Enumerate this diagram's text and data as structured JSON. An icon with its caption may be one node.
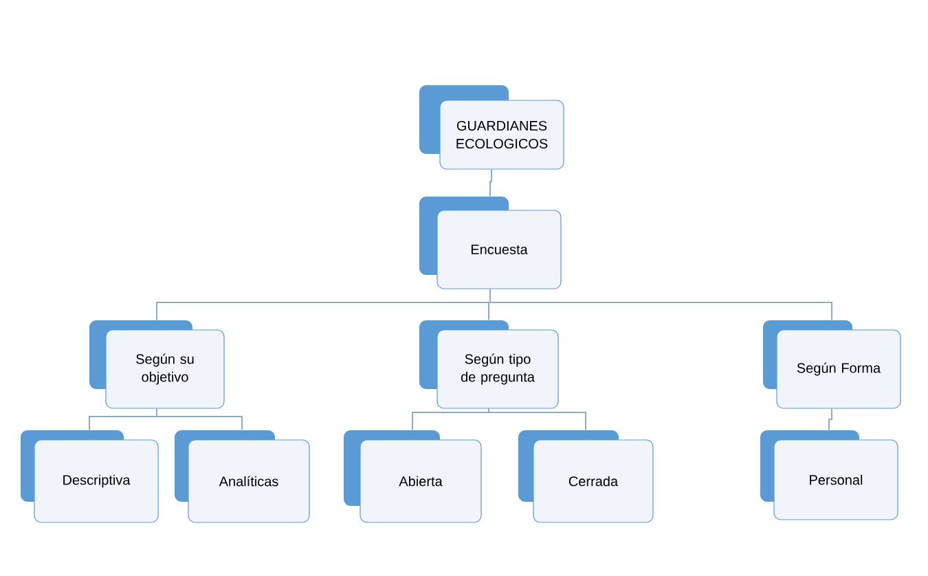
{
  "diagram": {
    "nodes": [
      {
        "text": [
          "GUARDIANES ECOLOGICOS"
        ]
      },
      {
        "text": [
          "Encuesta"
        ]
      },
      {
        "text": [
          "Según su objetivo"
        ]
      },
      {
        "text": [
          "Según tipo de pregunta"
        ]
      },
      {
        "text": [
          "Según Forma"
        ]
      },
      {
        "text": [
          "Descriptiva"
        ]
      },
      {
        "text": [
          "Analíticas"
        ]
      },
      {
        "text": [
          "Abierta"
        ]
      },
      {
        "text": [
          "Cerrada"
        ]
      },
      {
        "text": [
          "Personal"
        ]
      }
    ],
    "edges": [
      {
        "from": 0,
        "to": 1,
        "arrow": "none"
      },
      {
        "from": 1,
        "to": 2,
        "arrow": "none"
      },
      {
        "from": 1,
        "to": 3,
        "arrow": "none"
      },
      {
        "from": 1,
        "to": 4,
        "arrow": "none"
      },
      {
        "from": 2,
        "to": 5,
        "arrow": "none"
      },
      {
        "from": 2,
        "to": 6,
        "arrow": "none"
      },
      {
        "from": 3,
        "to": 7,
        "arrow": "none"
      },
      {
        "from": 3,
        "to": 8,
        "arrow": "none"
      },
      {
        "from": 4,
        "to": 9,
        "arrow": "none"
      }
    ]
  }
}
